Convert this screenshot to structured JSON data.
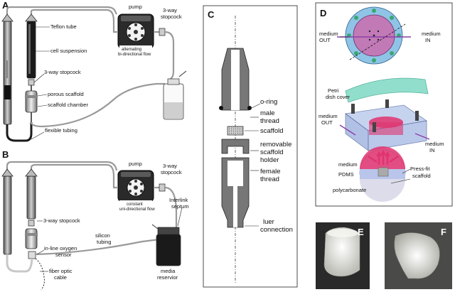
{
  "panels": {
    "a": {
      "letter": "A",
      "labels": {
        "pump": "pump",
        "stopcock_top": "3-way",
        "stopcock_top2": "stopcock",
        "teflon": "Teflon tube",
        "cell_suspension": "cell suspension",
        "stopcock_mid": "3-way stopcock",
        "porous_scaffold": "porous scaffold",
        "scaffold_chamber": "scaffold chamber",
        "flexible_tubing": "flexible tubing",
        "flow1": "alternating",
        "flow2": "bi-directional flow"
      }
    },
    "b": {
      "letter": "B",
      "labels": {
        "pump": "pump",
        "stopcock_top": "3-way",
        "stopcock_top2": "stopcock",
        "flow1": "constant",
        "flow2": "uni-directional flow",
        "interlink1": "Interlink",
        "interlink2": "septum",
        "stopcock_mid": "3-way stopcock",
        "silicon1": "silicon",
        "silicon2": "tubing",
        "oxygen1": "in-line oxygen",
        "oxygen2": "sensor",
        "fiber1": "fiber optic",
        "fiber2": "cable",
        "media1": "media",
        "media2": "reservior"
      }
    },
    "c": {
      "letter": "C",
      "labels": {
        "oring": "o-ring",
        "male1": "male",
        "male2": "thread",
        "scaffold": "scaffold",
        "holder1": "removable",
        "holder2": "scaffold",
        "holder3": "holder",
        "female1": "female",
        "female2": "thread",
        "luer1": "luer",
        "luer2": "connection"
      }
    },
    "d": {
      "letter": "D",
      "labels": {
        "out_top1": "medium",
        "out_top2": "OUT",
        "in_top1": "medium",
        "in_top2": "IN",
        "petri1": "Petri",
        "petri2": "dish cover",
        "out_mid1": "medium",
        "out_mid2": "OUT",
        "in_mid1": "medium",
        "in_mid2": "IN",
        "medium": "medium",
        "pdms": "PDMS",
        "pressfit1": "Press-fit",
        "pressfit2": "scaffold",
        "polycarbonate": "polycarbonate"
      }
    },
    "e": {
      "letter": "E"
    },
    "f": {
      "letter": "F"
    }
  },
  "colors": {
    "line": "#222222",
    "tube": "#9a9a9a",
    "dark_tube": "#1a1a1a",
    "petri_teal": "#7fd9c4",
    "disc_pink": "#d96ab0",
    "ring_blue": "#8fc4e6",
    "magenta": "#e0336e",
    "dark_photo": "#2a2a2a",
    "tissue": "#e6e6e0"
  }
}
